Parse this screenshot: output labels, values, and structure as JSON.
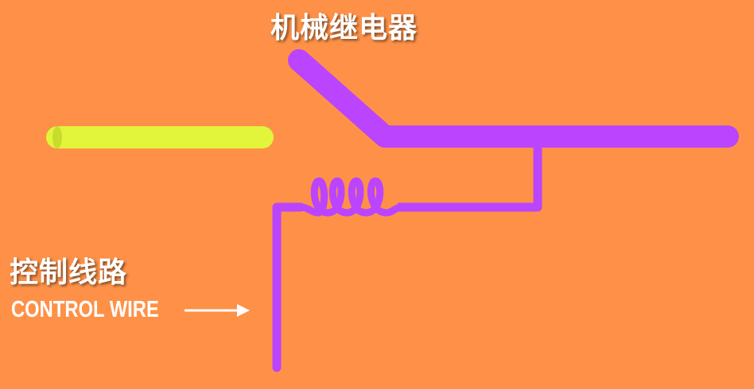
{
  "title": "机械继电器",
  "label_cn": "控制线路",
  "label_en": "CONTROL WIRE",
  "colors": {
    "background": "#FE9147",
    "wire": "#BB44FF",
    "input_wire": "#E2F53A",
    "text": "#FFFFFF"
  }
}
